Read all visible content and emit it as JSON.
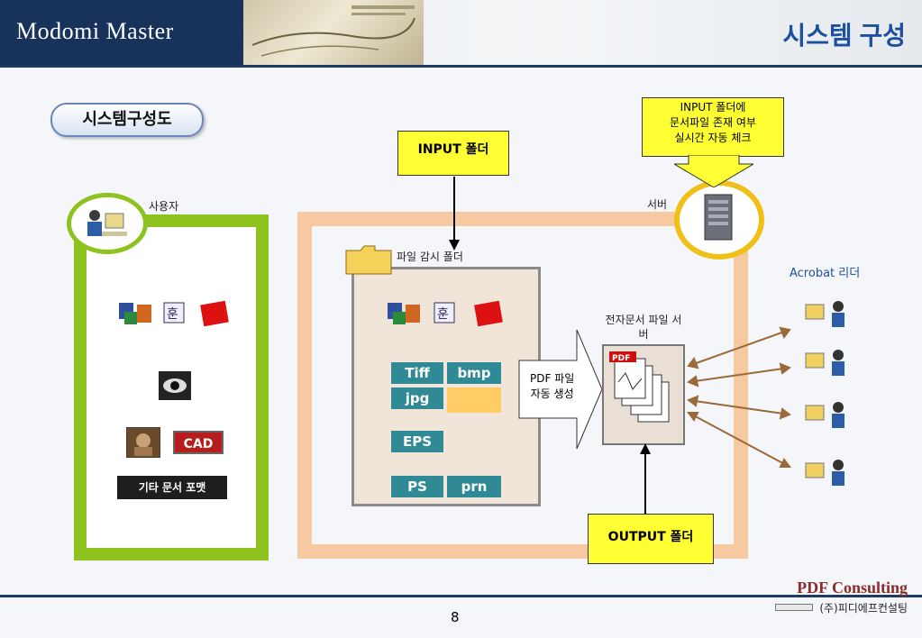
{
  "header": {
    "brand": "Modomi Master",
    "title": "시스템 구성"
  },
  "section_pill": "시스템구성도",
  "labels": {
    "user": "사용자",
    "server": "서버",
    "watch_folder": "파일 감시 폴더",
    "edoc_server": "전자문서 파일 서버",
    "acrobat": "Acrobat 리더"
  },
  "callouts": {
    "input_folder": "INPUT 폴더",
    "output_folder": "OUTPUT 폴더",
    "server_check": [
      "INPUT 폴더에",
      "문서파일 존재 여부",
      "실시간 자동 체크"
    ],
    "pdf_generate": [
      "PDF 파일",
      "자동 생성"
    ]
  },
  "formats": {
    "tiff": "Tiff",
    "bmp": "bmp",
    "jpg": "jpg",
    "eps": "EPS",
    "ps": "PS",
    "prn": "prn",
    "cad": "CAD",
    "etc": "기타 문서 포맷",
    "pdf_icon": "PDF"
  },
  "footer": {
    "page": "8",
    "company": "PDF Consulting",
    "company_kr": "(주)피디에프컨설팅"
  },
  "colors": {
    "header_navy": "#17335c",
    "title_blue": "#1d4fa0",
    "user_green": "#8ec21f",
    "server_peach": "#f6c9a0",
    "callout_yellow": "#ffff33",
    "format_teal": "#2f8a95",
    "arrow_brown": "#9b6a3a",
    "server_ring": "#f0c018"
  }
}
